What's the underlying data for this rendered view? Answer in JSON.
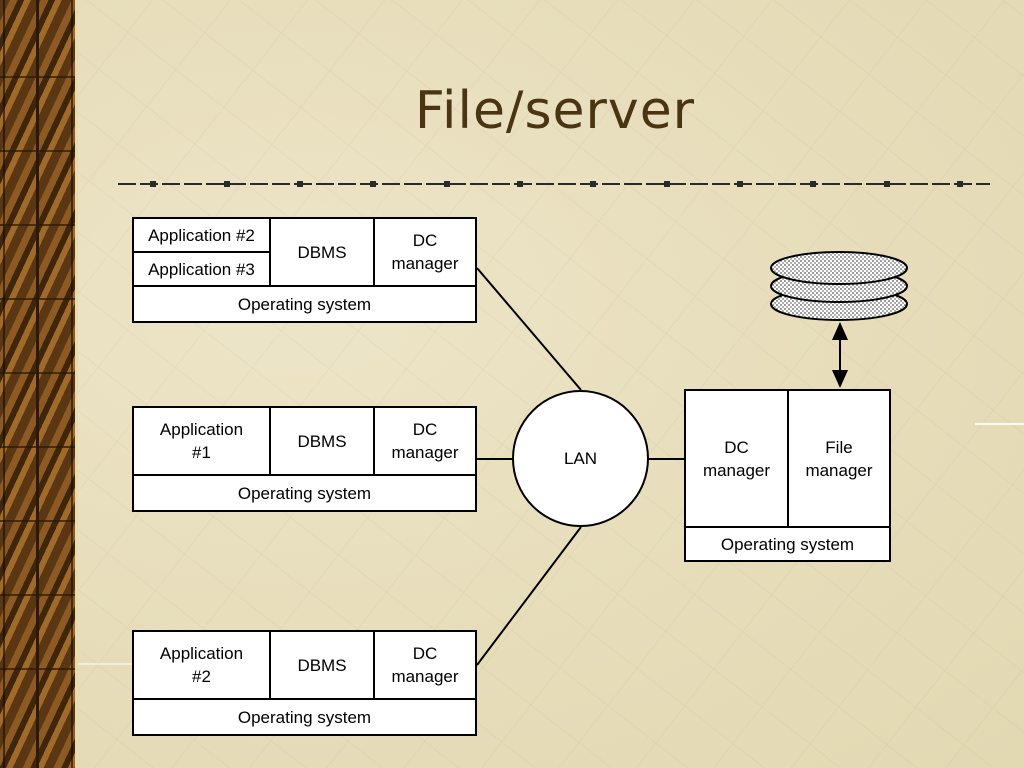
{
  "slide": {
    "title": "File/server"
  },
  "clients": [
    {
      "apps": [
        "Application #2",
        "Application #3"
      ],
      "dbms": "DBMS",
      "dc": "DC\nmanager",
      "os": "Operating system"
    },
    {
      "apps": [
        "Application\n#1"
      ],
      "dbms": "DBMS",
      "dc": "DC\nmanager",
      "os": "Operating system"
    },
    {
      "apps": [
        "Application\n#2"
      ],
      "dbms": "DBMS",
      "dc": "DC\nmanager",
      "os": "Operating system"
    }
  ],
  "network": {
    "label": "LAN"
  },
  "server": {
    "dc": "DC\nmanager",
    "file": "File\nmanager",
    "os": "Operating system"
  },
  "colors": {
    "background": "#e9e0c0",
    "title": "#4a3412",
    "divider": "#2a2a2a"
  },
  "icons": {
    "storage": "disk-stack-icon",
    "arrow": "double-arrow-icon"
  }
}
